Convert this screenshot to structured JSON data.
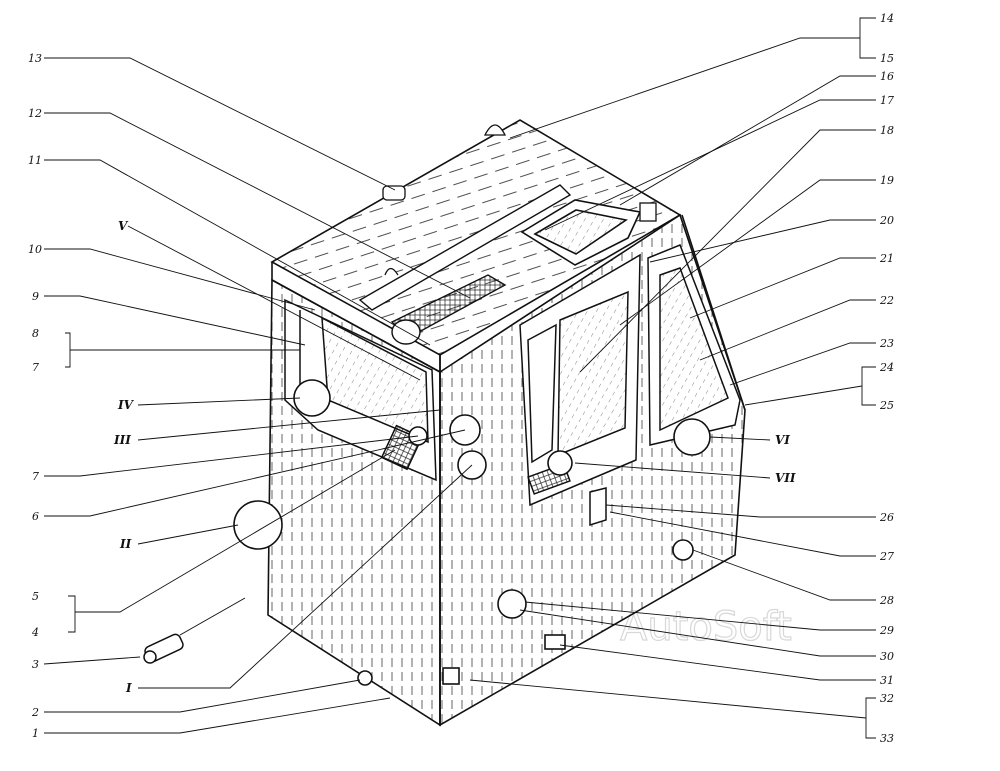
{
  "figure": {
    "watermark": "AutoSoft",
    "callouts_left": [
      {
        "id": "c13",
        "text": "13"
      },
      {
        "id": "c12",
        "text": "12"
      },
      {
        "id": "c11",
        "text": "11"
      },
      {
        "id": "cV",
        "text": "V"
      },
      {
        "id": "c10",
        "text": "10"
      },
      {
        "id": "c9",
        "text": "9"
      },
      {
        "id": "c8",
        "text": "8"
      },
      {
        "id": "c7a",
        "text": "7"
      },
      {
        "id": "cIV",
        "text": "IV"
      },
      {
        "id": "cIII",
        "text": "III"
      },
      {
        "id": "c7b",
        "text": "7"
      },
      {
        "id": "c6",
        "text": "6"
      },
      {
        "id": "cII",
        "text": "II"
      },
      {
        "id": "c5",
        "text": "5"
      },
      {
        "id": "c4",
        "text": "4"
      },
      {
        "id": "c3",
        "text": "3"
      },
      {
        "id": "cI",
        "text": "I"
      },
      {
        "id": "c2",
        "text": "2"
      },
      {
        "id": "c1",
        "text": "1"
      }
    ],
    "callouts_right": [
      {
        "id": "c14",
        "text": "14"
      },
      {
        "id": "c15",
        "text": "15"
      },
      {
        "id": "c16",
        "text": "16"
      },
      {
        "id": "c17",
        "text": "17"
      },
      {
        "id": "c18",
        "text": "18"
      },
      {
        "id": "c19",
        "text": "19"
      },
      {
        "id": "c20",
        "text": "20"
      },
      {
        "id": "c21",
        "text": "21"
      },
      {
        "id": "c22",
        "text": "22"
      },
      {
        "id": "c23",
        "text": "23"
      },
      {
        "id": "c24",
        "text": "24"
      },
      {
        "id": "c25",
        "text": "25"
      },
      {
        "id": "cVI",
        "text": "VI"
      },
      {
        "id": "cVII",
        "text": "VII"
      },
      {
        "id": "c26",
        "text": "26"
      },
      {
        "id": "c27",
        "text": "27"
      },
      {
        "id": "c28",
        "text": "28"
      },
      {
        "id": "c29",
        "text": "29"
      },
      {
        "id": "c30",
        "text": "30"
      },
      {
        "id": "c31",
        "text": "31"
      },
      {
        "id": "c32",
        "text": "32"
      },
      {
        "id": "c33",
        "text": "33"
      }
    ]
  }
}
